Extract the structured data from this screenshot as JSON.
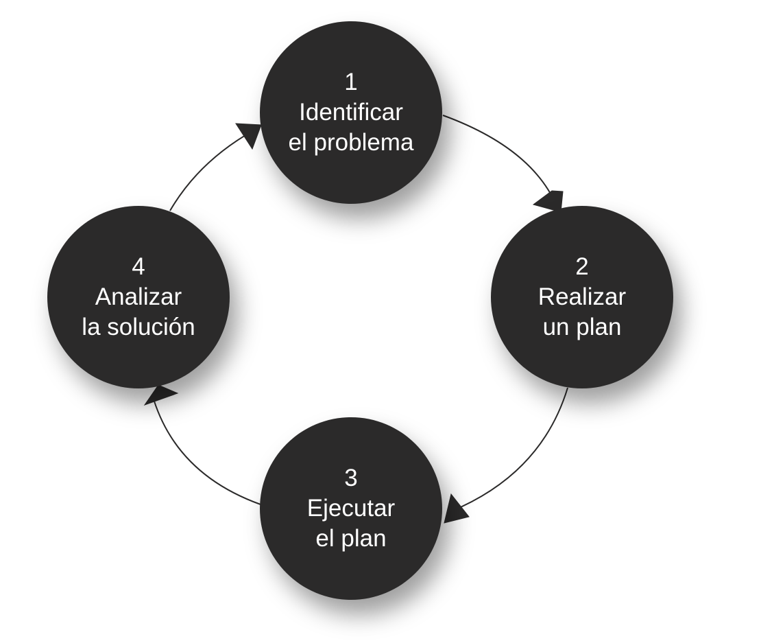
{
  "diagram": {
    "colors": {
      "node_fill": "#2b2a2a",
      "node_text": "#ffffff",
      "connector": "#2b2a2a",
      "background": "#ffffff"
    },
    "steps": [
      {
        "number": "1",
        "line1": "Identificar",
        "line2": "el problema"
      },
      {
        "number": "2",
        "line1": "Realizar",
        "line2": "un plan"
      },
      {
        "number": "3",
        "line1": "Ejecutar",
        "line2": "el plan"
      },
      {
        "number": "4",
        "line1": "Analizar",
        "line2": "la solución"
      }
    ],
    "connectors": [
      {
        "from": "1",
        "to": "2"
      },
      {
        "from": "2",
        "to": "3"
      },
      {
        "from": "3",
        "to": "4"
      },
      {
        "from": "4",
        "to": "1"
      }
    ]
  }
}
